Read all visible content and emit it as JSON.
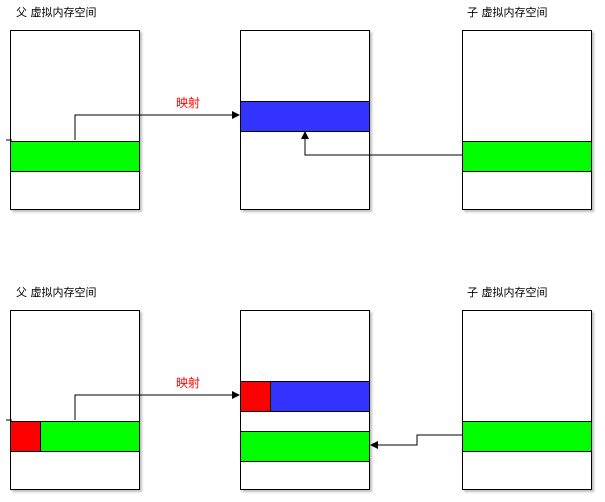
{
  "top": {
    "parent_label": "父 虚拟内存空间",
    "child_label": "子 虚拟内存空间",
    "map_label": "映射"
  },
  "bottom": {
    "parent_label": "父 虚拟内存空间",
    "child_label": "子 虚拟内存空间",
    "map_label": "映射"
  },
  "colors": {
    "green": "#00ff00",
    "blue": "#3333ff",
    "red": "#ff0000",
    "map_label": "#ff0000",
    "line": "#000000"
  }
}
